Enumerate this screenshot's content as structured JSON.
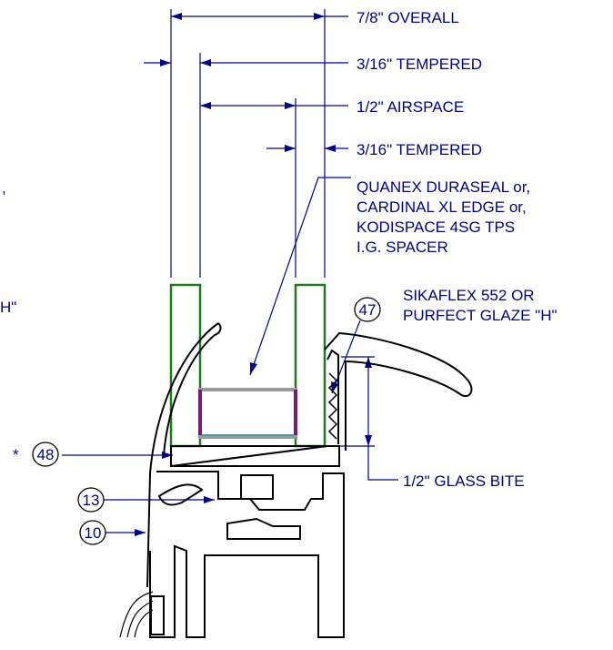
{
  "labels": {
    "overall": "7/8\"  OVERALL",
    "tempered_outer": "3/16\"  TEMPERED",
    "airspace": "1/2\"  AIRSPACE",
    "tempered_inner": "3/16\"  TEMPERED",
    "spacer_line1": "QUANEX DURASEAL or,",
    "spacer_line2": "CARDINAL XL EDGE or,",
    "spacer_line3": "KODISPACE 4SG TPS",
    "spacer_line4": "I.G. SPACER",
    "sealant_line1": "SIKAFLEX 552 OR",
    "sealant_line2": "PURFECT GLAZE \"H\"",
    "glass_bite": "1/2\"  GLASS BITE",
    "asterisk": "*",
    "cut_fragment_1": ",",
    "cut_fragment_2": "H\""
  },
  "callouts": {
    "c47": "47",
    "c48": "48",
    "c13": "13",
    "c10": "10"
  },
  "colors": {
    "dimension": "#00008b",
    "glass": "#1e7a1e",
    "spacer_body": "#999999",
    "spacer_edge": "#7a1a7a",
    "frame": "#000000"
  }
}
